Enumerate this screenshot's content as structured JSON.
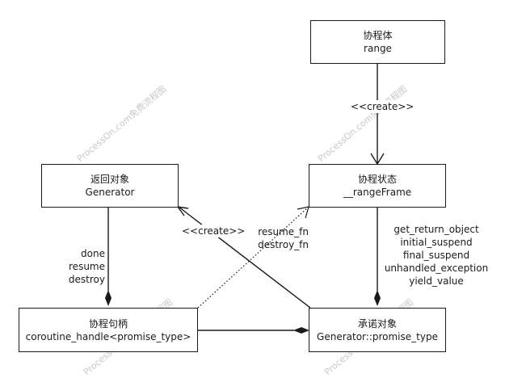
{
  "nodes": {
    "coroutine_body": {
      "title": "协程体",
      "subtitle": "range"
    },
    "return_object": {
      "title": "返回对象",
      "subtitle": "Generator"
    },
    "coroutine_state": {
      "title": "协程状态",
      "subtitle": "__rangeFrame"
    },
    "coroutine_handle": {
      "title": "协程句柄",
      "subtitle": "coroutine_handle<promise_type>"
    },
    "promise_object": {
      "title": "承诺对象",
      "subtitle": "Generator::promise_type"
    }
  },
  "edges": {
    "body_to_state": "<<create>>",
    "promise_to_return": "<<create>>",
    "handle_to_state": [
      "resume_fn",
      "destroy_fn"
    ],
    "return_to_handle": [
      "done",
      "resume",
      "destroy"
    ],
    "state_to_promise": [
      "get_return_object",
      "initial_suspend",
      "final_suspend",
      "unhandled_exception",
      "yield_value"
    ]
  },
  "watermark": "ProcessOn.com免费流程图",
  "colors": {
    "line": "#1a1a1a",
    "watermark": "#c8c8c8",
    "background": "#ffffff"
  }
}
